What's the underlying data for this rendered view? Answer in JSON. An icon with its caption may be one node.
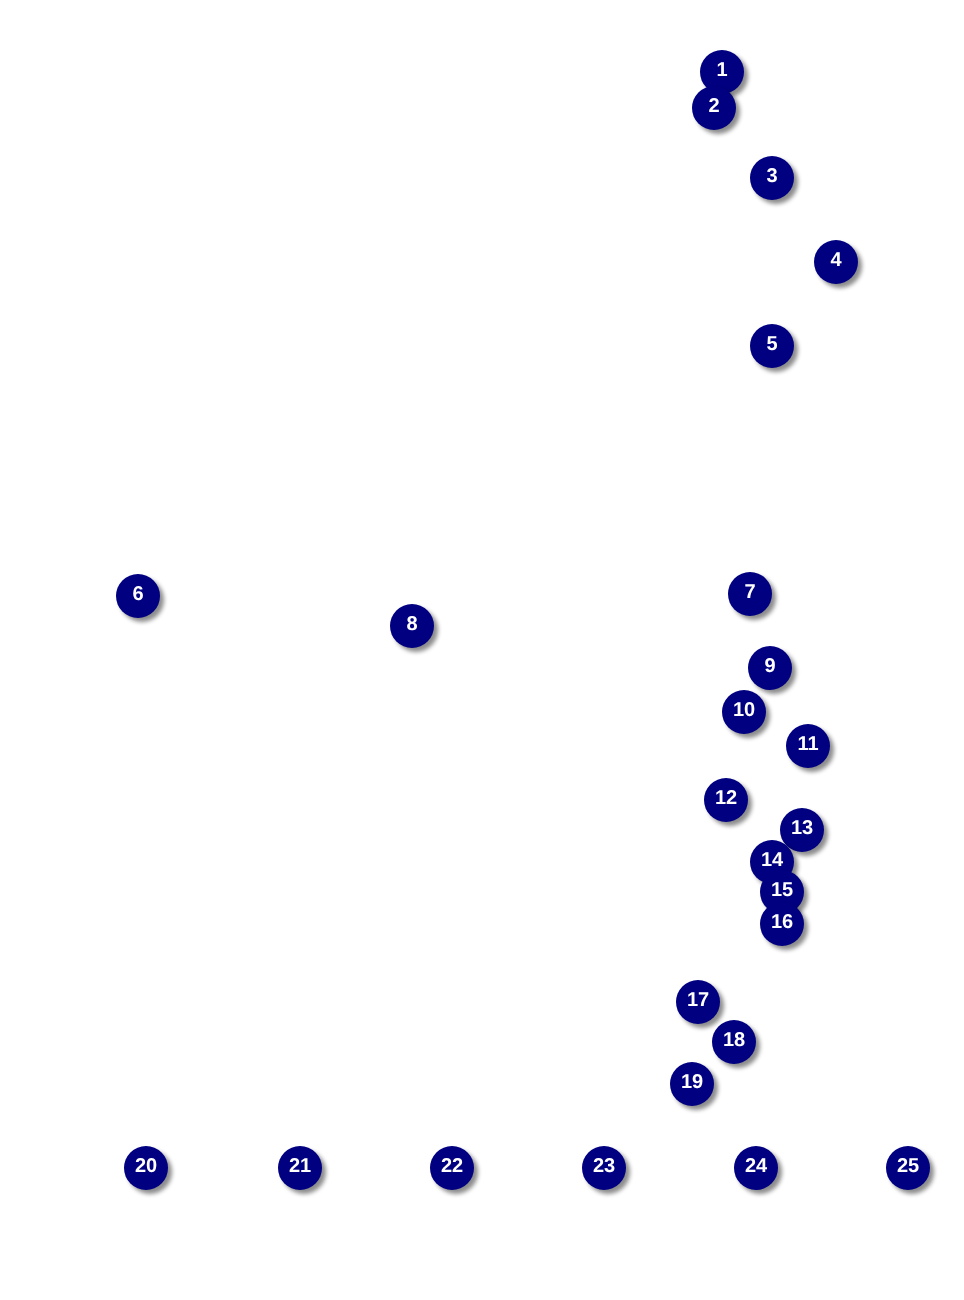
{
  "diagram": {
    "nodes": [
      {
        "text": [
          "1"
        ]
      },
      {
        "text": [
          "2"
        ]
      },
      {
        "text": [
          "3"
        ]
      },
      {
        "text": [
          "4"
        ]
      },
      {
        "text": [
          "5"
        ]
      },
      {
        "text": [
          "6"
        ]
      },
      {
        "text": [
          "7"
        ]
      },
      {
        "text": [
          "8"
        ]
      },
      {
        "text": [
          "9"
        ]
      },
      {
        "text": [
          "10"
        ]
      },
      {
        "text": [
          "11"
        ]
      },
      {
        "text": [
          "12"
        ]
      },
      {
        "text": [
          "13"
        ]
      },
      {
        "text": [
          "14"
        ]
      },
      {
        "text": [
          "15"
        ]
      },
      {
        "text": [
          "16"
        ]
      },
      {
        "text": [
          "17"
        ]
      },
      {
        "text": [
          "18"
        ]
      },
      {
        "text": [
          "19"
        ]
      },
      {
        "text": [
          "20"
        ]
      },
      {
        "text": [
          "21"
        ]
      },
      {
        "text": [
          "22"
        ]
      },
      {
        "text": [
          "23"
        ]
      },
      {
        "text": [
          "24"
        ]
      },
      {
        "text": [
          "25"
        ]
      }
    ]
  }
}
